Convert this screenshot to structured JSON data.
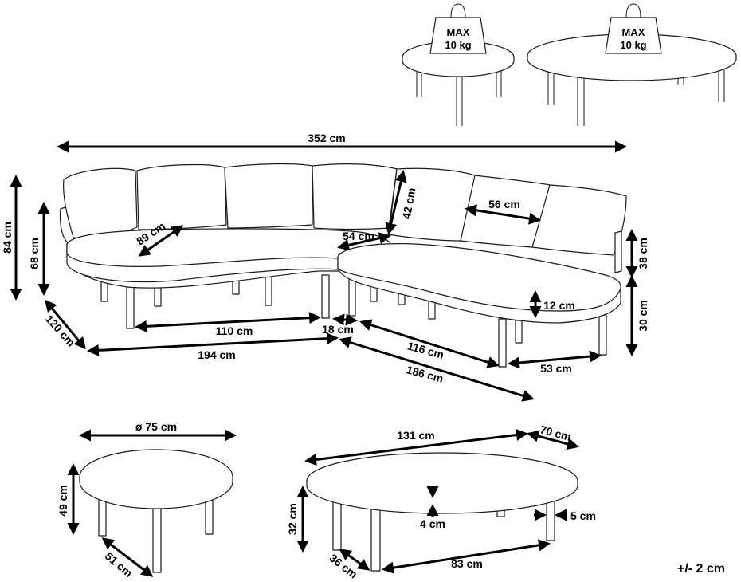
{
  "weight_badges": [
    {
      "line1": "MAX",
      "line2": "10 kg"
    },
    {
      "line1": "MAX",
      "line2": "10 kg"
    }
  ],
  "dimensions": {
    "total_width": "352 cm",
    "total_height": "84 cm",
    "back_height": "68 cm",
    "depth_left": "120 cm",
    "seat_depth": "89 cm",
    "cushion_height": "42 cm",
    "corner_seat": "54 cm",
    "cushion_width": "56 cm",
    "armrest_height": "38 cm",
    "seat_height": "30 cm",
    "seat_thickness": "12 cm",
    "leg_span_left": "110 cm",
    "gap": "18 cm",
    "leg_span_right": "116 cm",
    "side_depth": "53 cm",
    "left_length": "194 cm",
    "right_length": "186 cm",
    "round_diameter": "ø 75 cm",
    "round_height": "49 cm",
    "round_leg": "51 cm",
    "oval_length": "131 cm",
    "oval_width": "70 cm",
    "oval_height": "32 cm",
    "top_thickness": "4 cm",
    "leg_diameter": "5 cm",
    "oval_leg_depth": "36 cm",
    "oval_leg_span": "83 cm"
  },
  "tolerance": "+/- 2 cm"
}
